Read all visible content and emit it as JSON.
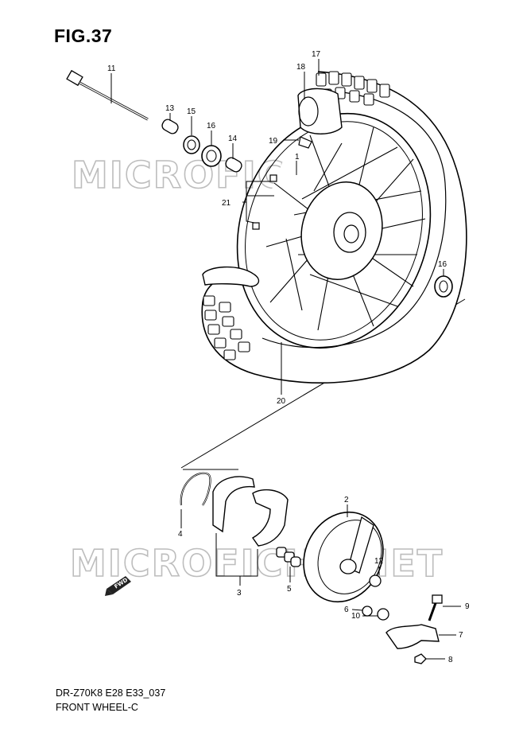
{
  "figure": {
    "title": "FIG.37",
    "model_code": "DR-Z70K8 E28 E33_037",
    "section_name": "FRONT WHEEL-C"
  },
  "watermark": {
    "text": "MICROFICHE.NET"
  },
  "fwd_arrow": {
    "text": "FWD"
  },
  "callouts": [
    {
      "id": "c1",
      "label": "1"
    },
    {
      "id": "c2",
      "label": "2"
    },
    {
      "id": "c3",
      "label": "3"
    },
    {
      "id": "c4",
      "label": "4"
    },
    {
      "id": "c5",
      "label": "5"
    },
    {
      "id": "c6",
      "label": "6"
    },
    {
      "id": "c7",
      "label": "7"
    },
    {
      "id": "c8",
      "label": "8"
    },
    {
      "id": "c9",
      "label": "9"
    },
    {
      "id": "c10",
      "label": "10"
    },
    {
      "id": "c11",
      "label": "11"
    },
    {
      "id": "c12",
      "label": "12"
    },
    {
      "id": "c13",
      "label": "13"
    },
    {
      "id": "c14",
      "label": "14"
    },
    {
      "id": "c15",
      "label": "15"
    },
    {
      "id": "c16a",
      "label": "16"
    },
    {
      "id": "c16b",
      "label": "16"
    },
    {
      "id": "c17",
      "label": "17"
    },
    {
      "id": "c18",
      "label": "18"
    },
    {
      "id": "c19",
      "label": "19"
    },
    {
      "id": "c20",
      "label": "20"
    },
    {
      "id": "c21",
      "label": "21"
    }
  ]
}
